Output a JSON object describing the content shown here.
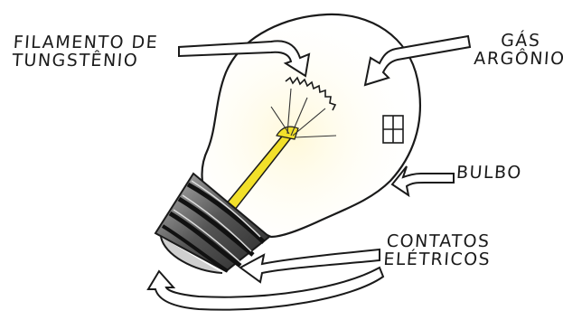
{
  "labels": {
    "filament_line1": "FILAMENTO DE",
    "filament_line2": "TUNGSTÊNIO",
    "gas_line1": "GÁS",
    "gas_line2": "ARGÔNIO",
    "bulb": "BULBO",
    "contacts_line1": "CONTATOS",
    "contacts_line2": "ELÉTRICOS"
  },
  "colors": {
    "outline": "#1a1a1a",
    "glass_glow": "#fdf6d8",
    "filament_support": "#f2e02a",
    "screw_base_dark": "#3a3a3a",
    "screw_base_light": "#9a9a9a",
    "arrow_fill": "#ffffff"
  }
}
